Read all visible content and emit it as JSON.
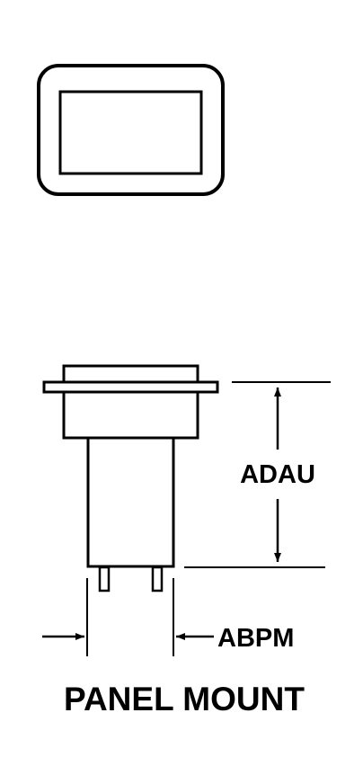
{
  "diagram": {
    "caption": "PANEL MOUNT",
    "dimensions": [
      {
        "label": "ADAU"
      },
      {
        "label": "ABPM"
      }
    ],
    "colors": {
      "line": "#000000",
      "background": "#ffffff"
    }
  }
}
